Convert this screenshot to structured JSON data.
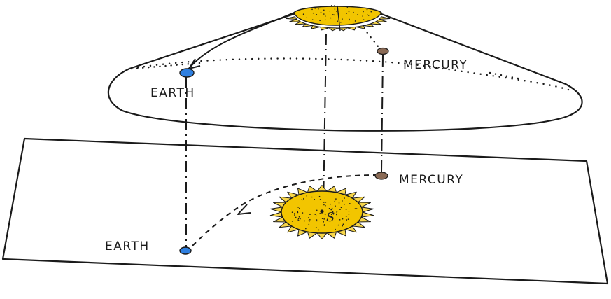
{
  "diagram": {
    "upper_view": {
      "earth_label": "EARTH",
      "mercury_label": "MERCURY"
    },
    "lower_view": {
      "earth_label": "EARTH",
      "mercury_label": "MERCURY",
      "sun_label": "S"
    },
    "colors": {
      "sun_fill": "#f2c500",
      "sun_ray": "#f7d64a",
      "earth": "#2e7fe0",
      "mercury": "#8a6a55",
      "ink": "#1a1a1a"
    }
  }
}
